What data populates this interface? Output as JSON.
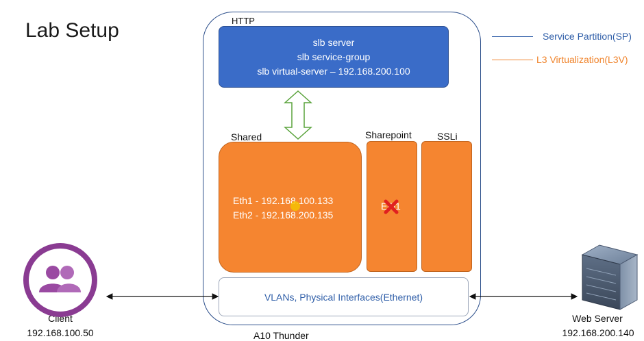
{
  "title": "Lab Setup",
  "legend": [
    {
      "label": "Service Partition(SP)",
      "color": "#2f5ea8"
    },
    {
      "label": "L3 Virtualization(L3V)",
      "color": "#f0842c"
    }
  ],
  "device": {
    "label": "A10 Thunder",
    "http": {
      "label": "HTTP",
      "lines": [
        "slb server",
        "slb service-group",
        "slb virtual-server – 192.168.200.100"
      ]
    },
    "partitions": {
      "shared": {
        "label": "Shared",
        "eth1": "Eth1 - 192.168.100.133",
        "eth2": "Eth2 - 192.168.200.135"
      },
      "sharepoint": {
        "label": "Sharepoint",
        "text": "Eth1"
      },
      "ssli": {
        "label": "SSLi"
      }
    },
    "vlan": "VLANs, Physical Interfaces(Ethernet)"
  },
  "client": {
    "name": "Client",
    "ip": "192.168.100.50"
  },
  "webserver": {
    "name": "Web Server",
    "ip": "192.168.200.140"
  },
  "colors": {
    "partition": "#f58530",
    "http_box": "#3a6cc8",
    "client_ring": "#8a3b92",
    "arrow_outline": "#5aa33c",
    "cross": "#e02020"
  }
}
